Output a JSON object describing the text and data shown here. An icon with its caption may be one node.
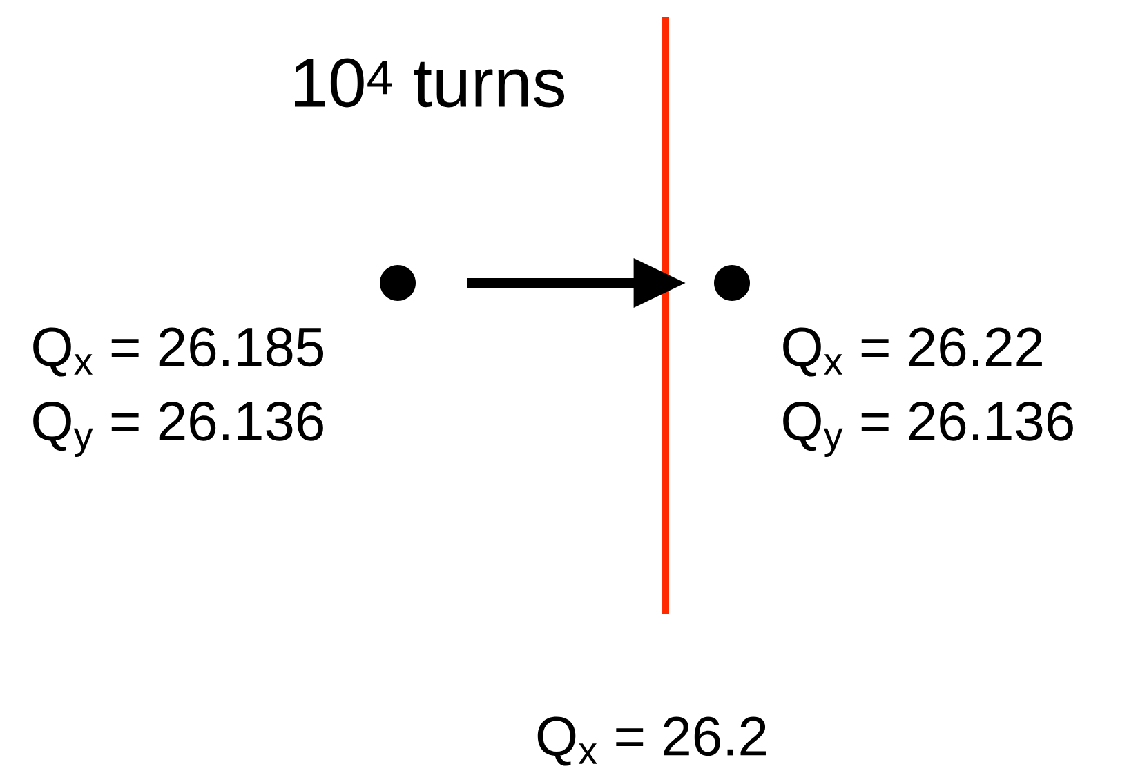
{
  "diagram": {
    "title": "10$^{4}$ turns",
    "nodes": [
      {
        "text": [],
        "shape": "circle",
        "beside": [
          "Q$_{x}$ = 26.185",
          "Q$_{y}$ = 26.136"
        ]
      },
      {
        "text": [],
        "shape": "circle",
        "beside": [
          "Q$_{x}$ = 26.22",
          "Q$_{y}$ = 26.136"
        ]
      }
    ],
    "edges": [
      {
        "from": 0,
        "to": 1,
        "arrow": "to"
      }
    ],
    "labels": [
      "Q$_{x}$ = 26.2"
    ]
  }
}
